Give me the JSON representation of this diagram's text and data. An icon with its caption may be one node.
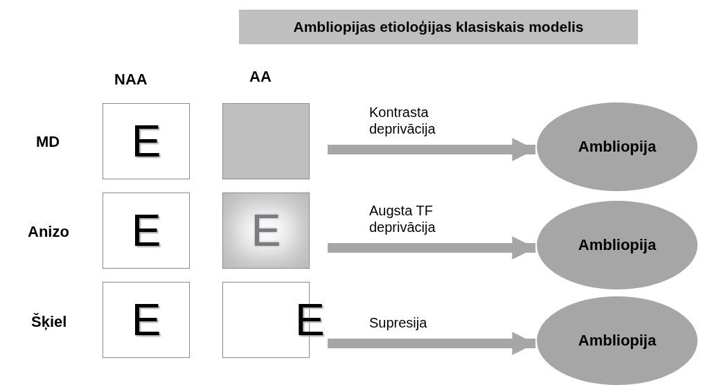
{
  "diagram": {
    "title": "Ambliopijas etioloģijas klasiskais modelis",
    "nodes": [
      {
        "text": [
          "E"
        ]
      },
      {
        "text": [],
        "shape": "box"
      },
      {
        "text": [
          "Ambliopija"
        ]
      },
      {
        "text": [
          "E"
        ]
      },
      {
        "text": [
          "E"
        ]
      },
      {
        "text": [
          "Ambliopija"
        ]
      },
      {
        "text": [
          "E"
        ]
      },
      {
        "text": [
          "E"
        ]
      },
      {
        "text": [
          "Ambliopija"
        ]
      }
    ],
    "edges": [
      {
        "from": 1,
        "to": 2,
        "arrow": "to",
        "label": "Kontrasta deprivācija"
      },
      {
        "from": 4,
        "to": 5,
        "arrow": "to",
        "label": "Augsta TF deprivācija"
      },
      {
        "from": 7,
        "to": 8,
        "arrow": "to",
        "label": "Supresija"
      }
    ],
    "labels": [
      "NAA",
      "AA",
      "MD",
      "Anizo",
      "Šķiel"
    ]
  }
}
